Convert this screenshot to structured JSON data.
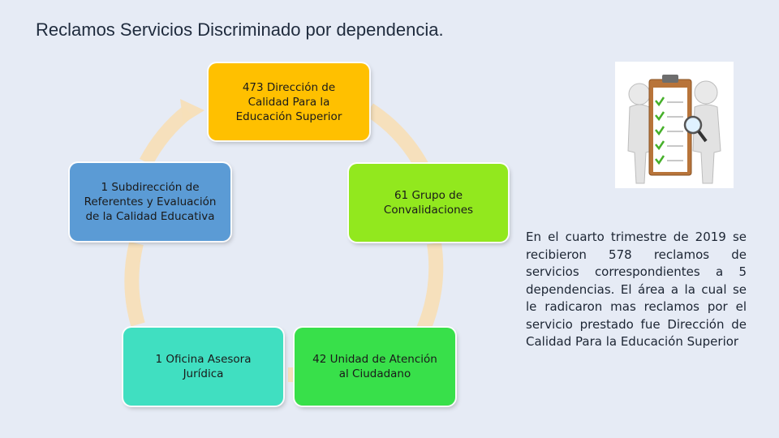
{
  "title": "Reclamos Servicios Discriminado por dependencia.",
  "nodes": [
    {
      "id": "calidad-superior",
      "label": "473 Dirección de\nCalidad Para la\nEducación Superior",
      "color": "#ffc000"
    },
    {
      "id": "convalidaciones",
      "label": "61 Grupo de\nConvalidaciones",
      "color": "#92e81e"
    },
    {
      "id": "atencion-ciudadano",
      "label": "42 Unidad de Atención\nal Ciudadano",
      "color": "#38e04a"
    },
    {
      "id": "asesora-juridica",
      "label": "1 Oficina Asesora\nJurídica",
      "color": "#40dfc1"
    },
    {
      "id": "subdireccion-referentes",
      "label": "1 Subdirección de\nReferentes y Evaluación\nde la Calidad Educativa",
      "color": "#5b9bd5"
    }
  ],
  "summary": "En el cuarto trimestre de 2019 se recibieron 578 reclamos de servicios correspondientes a 5 dependencias. El área a la cual se le radicaron mas reclamos por el servicio prestado fue Dirección de Calidad Para la Educación Superior",
  "illustration": "clipboard-checklist-figures-icon",
  "ring_color": "#f7dfb8"
}
